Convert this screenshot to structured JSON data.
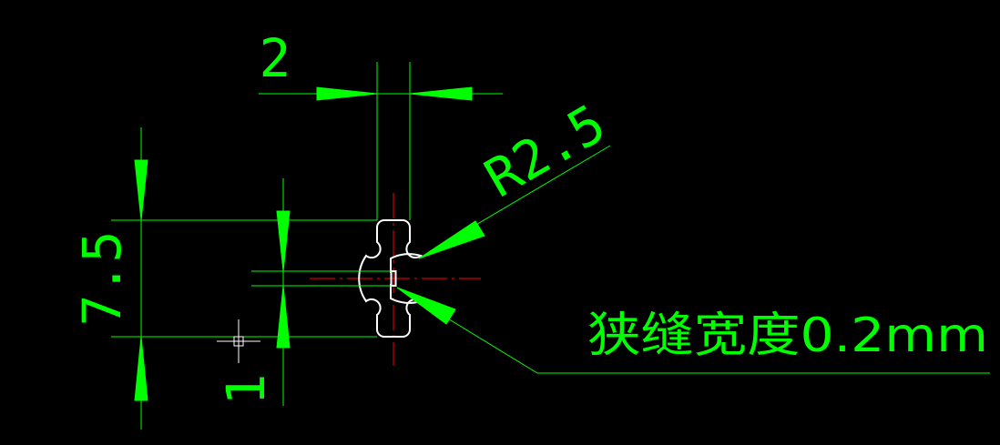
{
  "colors": {
    "background": "#000000",
    "dimension": "#00ff00",
    "geometry": "#ffffff",
    "centerline": "#ff0000"
  },
  "dimensions": {
    "top_width": "2",
    "radius": "R2.5",
    "left_height": "7.5",
    "small_height": "1"
  },
  "annotation": {
    "slit_note": "狭缝宽度0.2mm"
  }
}
